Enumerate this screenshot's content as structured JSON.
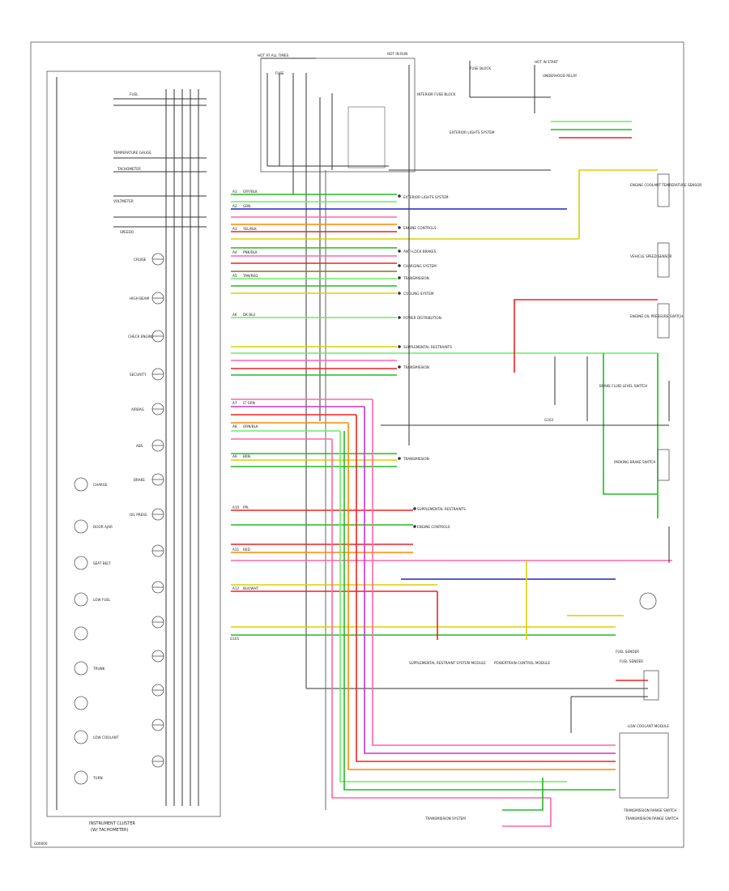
{
  "diagram": {
    "title_cluster": "INSTRUMENT CLUSTER",
    "subtitle_cluster": "(W/ TACHOMETER)",
    "footer_code": "G00000",
    "top_labels": {
      "hot_at_all_times": "HOT AT ALL TIMES",
      "hot_in_run": "HOT IN RUN",
      "hot_in_start": "HOT IN START",
      "fuse": "FUSE",
      "interior_fuse_block": "INTERIOR FUSE BLOCK",
      "fuse_block": "FUSE BLOCK",
      "underhood_relay": "UNDERHOOD RELAY"
    },
    "gauges": [
      {
        "label": "FUEL"
      },
      {
        "label": "TEMPERATURE GAUGE"
      },
      {
        "label": "TACHOMETER"
      },
      {
        "label": "VOLTMETER"
      },
      {
        "label": "SPEEDO"
      },
      {
        "label": "CRUISE"
      },
      {
        "label": "HIGH BEAM"
      },
      {
        "label": "CHECK ENGINE"
      },
      {
        "label": "SECURITY"
      },
      {
        "label": "AIRBAG"
      },
      {
        "label": "ABS"
      },
      {
        "label": "BRAKE"
      },
      {
        "label": "OIL PRESS"
      },
      {
        "label": "CHARGE"
      },
      {
        "label": "DOOR AJAR"
      },
      {
        "label": "SEAT BELT"
      },
      {
        "label": "LOW FUEL"
      },
      {
        "label": "TRUNK"
      },
      {
        "label": "LOW COOLANT"
      },
      {
        "label": "TURN"
      }
    ],
    "connector_lines": [
      {
        "pin": "A1",
        "wire": "GRY/BLK",
        "color": "#9aa0a6"
      },
      {
        "pin": "A2",
        "wire": "GRN",
        "color": "#22bb22"
      },
      {
        "pin": "A3",
        "wire": "YEL/BLK",
        "color": "#d8d000"
      },
      {
        "pin": "A4",
        "wire": "PNK/BLK",
        "color": "#ff66aa"
      },
      {
        "pin": "A5",
        "wire": "TAN/RED",
        "color": "#d2a679"
      },
      {
        "pin": "A6",
        "wire": "DK BLU",
        "color": "#2222cc"
      },
      {
        "pin": "A7",
        "wire": "LT GRN",
        "color": "#66ee66"
      },
      {
        "pin": "A8",
        "wire": "ORN/BLK",
        "color": "#ff8800"
      },
      {
        "pin": "A9",
        "wire": "BRN",
        "color": "#996633"
      },
      {
        "pin": "A10",
        "wire": "PPL",
        "color": "#cc33cc"
      },
      {
        "pin": "A11",
        "wire": "RED",
        "color": "#ee2222"
      },
      {
        "pin": "A12",
        "wire": "BLK/WHT",
        "color": "#444444"
      }
    ],
    "system_notes": [
      {
        "text": "EXTERIOR LIGHTS SYSTEM"
      },
      {
        "text": "ENGINE CONTROLS"
      },
      {
        "text": "ANTI-LOCK BRAKES"
      },
      {
        "text": "CHARGING SYSTEM"
      },
      {
        "text": "TRANSMISSION"
      },
      {
        "text": "COOLING SYSTEM"
      },
      {
        "text": "POWER DISTRIBUTION"
      },
      {
        "text": "SUPPLEMENTAL RESTRAINTS"
      },
      {
        "text": "FUEL SENDER"
      },
      {
        "text": "VEHICLE SPEED SENSOR"
      },
      {
        "text": "BRAKE FLUID LEVEL SWITCH"
      },
      {
        "text": "PARKING BRAKE SWITCH"
      },
      {
        "text": "OIL PRESSURE SWITCH"
      },
      {
        "text": "COOLANT TEMP SENSOR"
      },
      {
        "text": "TRANSMISSION RANGE SWITCH"
      }
    ],
    "right_components": [
      {
        "label": "ENGINE COOLANT TEMPERATURE SENSOR"
      },
      {
        "label": "VEHICLE SPEED SENSOR"
      },
      {
        "label": "ENGINE OIL PRESSURE SWITCH"
      },
      {
        "label": "BRAKE FLUID LEVEL SWITCH"
      },
      {
        "label": "PARKING BRAKE SWITCH"
      },
      {
        "label": "FUEL SENDER"
      },
      {
        "label": "TRANSMISSION RANGE SWITCH"
      },
      {
        "label": "LOW COOLANT MODULE"
      }
    ],
    "bottom_labels": {
      "ground_left": "G101",
      "ground_mid": "G102",
      "srs_module": "SUPPLEMENTAL RESTRAINT SYSTEM MODULE",
      "pcm": "POWERTRAIN CONTROL MODULE",
      "fuel_sender": "FUEL SENDER",
      "trs": "TRANSMISSION RANGE SWITCH",
      "tcm_note": "TRANSMISSION SYSTEM"
    }
  }
}
